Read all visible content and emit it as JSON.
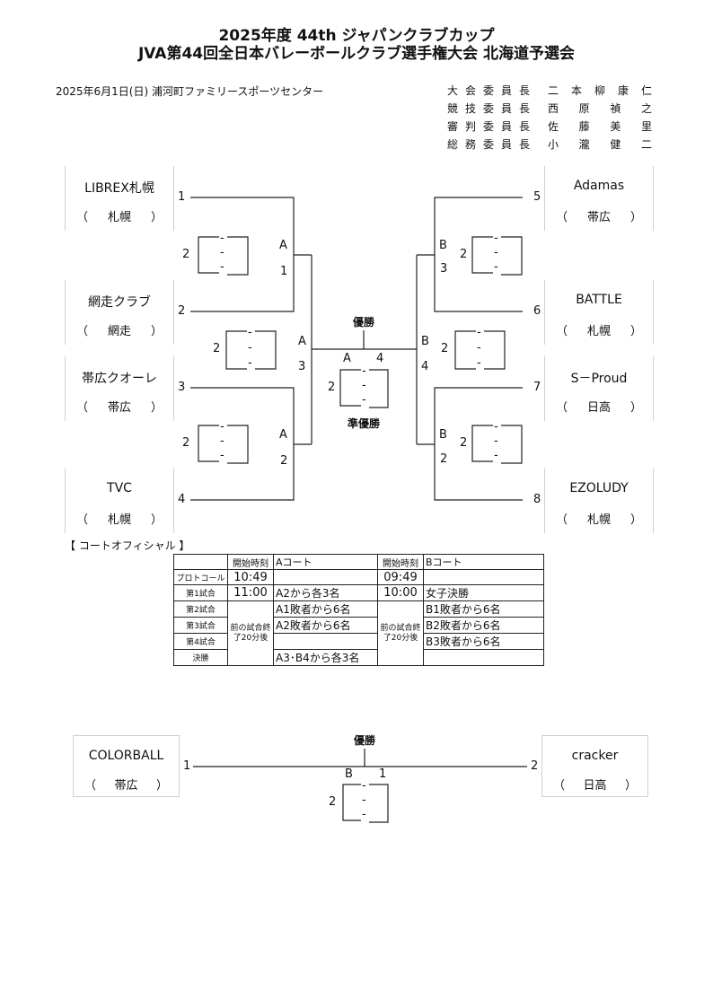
{
  "header": {
    "title_line1": "2025年度  44th ジャパンクラブカップ",
    "title_line2": "JVA第44回全日本バレーボールクラブ選手権大会 北海道予選会",
    "date_venue": "2025年6月1日(日)  浦河町ファミリースポーツセンター"
  },
  "officials": [
    {
      "role": "大会委員長",
      "name": "二本柳康仁"
    },
    {
      "role": "競技委員長",
      "name": "西原禎之"
    },
    {
      "role": "審判委員長",
      "name": "佐藤美里"
    },
    {
      "role": "総務委員長",
      "name": "小瀧健二"
    }
  ],
  "teams": {
    "t1": {
      "name": "LIBREX札幌",
      "region": "札幌",
      "seed": "1"
    },
    "t2": {
      "name": "網走クラブ",
      "region": "網走",
      "seed": "2"
    },
    "t3": {
      "name": "帯広クオーレ",
      "region": "帯広",
      "seed": "3"
    },
    "t4": {
      "name": "TVC",
      "region": "札幌",
      "seed": "4"
    },
    "t5": {
      "name": "Adamas",
      "region": "帯広",
      "seed": "5"
    },
    "t6": {
      "name": "BATTLE",
      "region": "札幌",
      "seed": "6"
    },
    "t7": {
      "name": "S－Proud",
      "region": "日高",
      "seed": "7"
    },
    "t8": {
      "name": "EZOLUDY",
      "region": "札幌",
      "seed": "8"
    }
  },
  "matches": {
    "a1": {
      "court": "A",
      "num": "1",
      "sets": "2"
    },
    "a2": {
      "court": "A",
      "num": "2",
      "sets": "2"
    },
    "a3": {
      "court": "A",
      "num": "3",
      "sets": "2"
    },
    "b3": {
      "court": "B",
      "num": "3",
      "sets": "2"
    },
    "b2": {
      "court": "B",
      "num": "2",
      "sets": "2"
    },
    "b4": {
      "court": "B",
      "num": "4",
      "sets": "2"
    },
    "final": {
      "court": "A",
      "num": "4",
      "sets": "2"
    }
  },
  "labels": {
    "champion": "優勝",
    "runner_up": "準優勝",
    "score_dash": "-",
    "paren_open": "（",
    "paren_close": "）",
    "court_officials_heading": "【  コートオフィシャル  】"
  },
  "court_officials": {
    "start_time_header": "開始時刻",
    "court_a": "Aコート",
    "court_b": "Bコート",
    "rows": [
      {
        "label": "プロトコール",
        "a_time": "10:49",
        "a_desc": "",
        "b_time": "09:49",
        "b_desc": ""
      },
      {
        "label": "第1試合",
        "a_time": "11:00",
        "a_desc": "A2から各3名",
        "b_time": "10:00",
        "b_desc": "女子決勝"
      },
      {
        "label": "第2試合",
        "a_desc": "A1敗者から6名",
        "b_desc": "B1敗者から6名"
      },
      {
        "label": "第3試合",
        "a_desc": "A2敗者から6名",
        "b_desc": "B2敗者から6名"
      },
      {
        "label": "第4試合",
        "a_desc": "",
        "b_desc": "B3敗者から6名"
      },
      {
        "label": "決勝",
        "a_desc": "A3･B4から各3名",
        "b_desc": ""
      }
    ],
    "merged_note": "前の試合終了20分後"
  },
  "womens_final": {
    "left": {
      "name": "COLORBALL",
      "region": "帯広",
      "seed": "1"
    },
    "right": {
      "name": "cracker",
      "region": "日高",
      "seed": "2"
    },
    "match": {
      "court": "B",
      "num": "1",
      "sets": "2"
    },
    "champion": "優勝"
  }
}
